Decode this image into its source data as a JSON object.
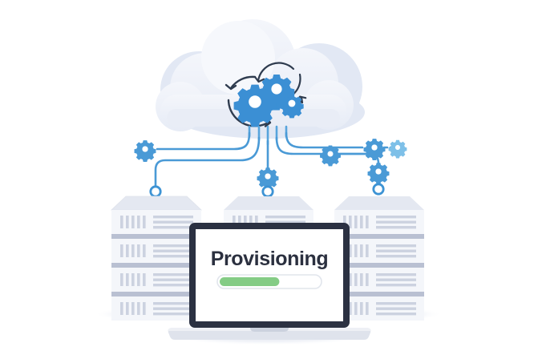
{
  "illustration": {
    "title": "Cloud provisioning flat illustration",
    "background_color": "#ffffff"
  },
  "cloud": {
    "name": "cloud",
    "fill": "#eef1f8",
    "fill_shade": "#e4e9f4",
    "fill_light": "#f5f7fc",
    "gears": [
      {
        "id": "gear-large",
        "fill": "#3b8fd4",
        "teeth": 10,
        "label": "large-gear"
      },
      {
        "id": "gear-medium",
        "fill": "#3b8fd4",
        "teeth": 10,
        "label": "medium-gear"
      },
      {
        "id": "gear-small",
        "fill": "#3b8fd4",
        "teeth": 8,
        "label": "small-gear"
      }
    ],
    "refresh_arrows": {
      "stroke": "#2f3c4f",
      "count": 2,
      "label": "circular-refresh-arrows"
    }
  },
  "connectors": {
    "stroke": "#4a9ad6",
    "stroke_light": "#7fc0e6",
    "stroke_width": 2.6,
    "node_fill": "#ffffff",
    "node_stroke": "#3d93d4",
    "gear_nodes": 6,
    "endpoint_nodes": 3
  },
  "servers": [
    {
      "name": "server-rack-left",
      "units": 4,
      "top_fill": "#eceef4",
      "body_fill": "#f3f5f9",
      "detail_fill": "#ccd2e0",
      "shadow_fill": "#b9c0d2"
    },
    {
      "name": "server-rack-center",
      "units": 4,
      "top_fill": "#eceef4",
      "body_fill": "#f3f5f9",
      "detail_fill": "#ccd2e0",
      "shadow_fill": "#b9c0d2"
    },
    {
      "name": "server-rack-right",
      "units": 4,
      "top_fill": "#eceef4",
      "body_fill": "#f3f5f9",
      "detail_fill": "#ccd2e0",
      "shadow_fill": "#b9c0d2"
    }
  ],
  "laptop": {
    "name": "laptop",
    "bezel_color": "#2b3142",
    "screen_color": "#ffffff",
    "base_color": "#dfe3ec",
    "base_highlight": "#eef0f5",
    "screen": {
      "heading": "Provisioning",
      "heading_color": "#2b303f",
      "progress": {
        "label": "provisioning-progress",
        "percent": 60,
        "fill_color": "#84cc85",
        "track_color": "#ffffff",
        "track_border": "#dfe3ea"
      }
    }
  },
  "shadows": {
    "color": "#e8ebf2"
  }
}
